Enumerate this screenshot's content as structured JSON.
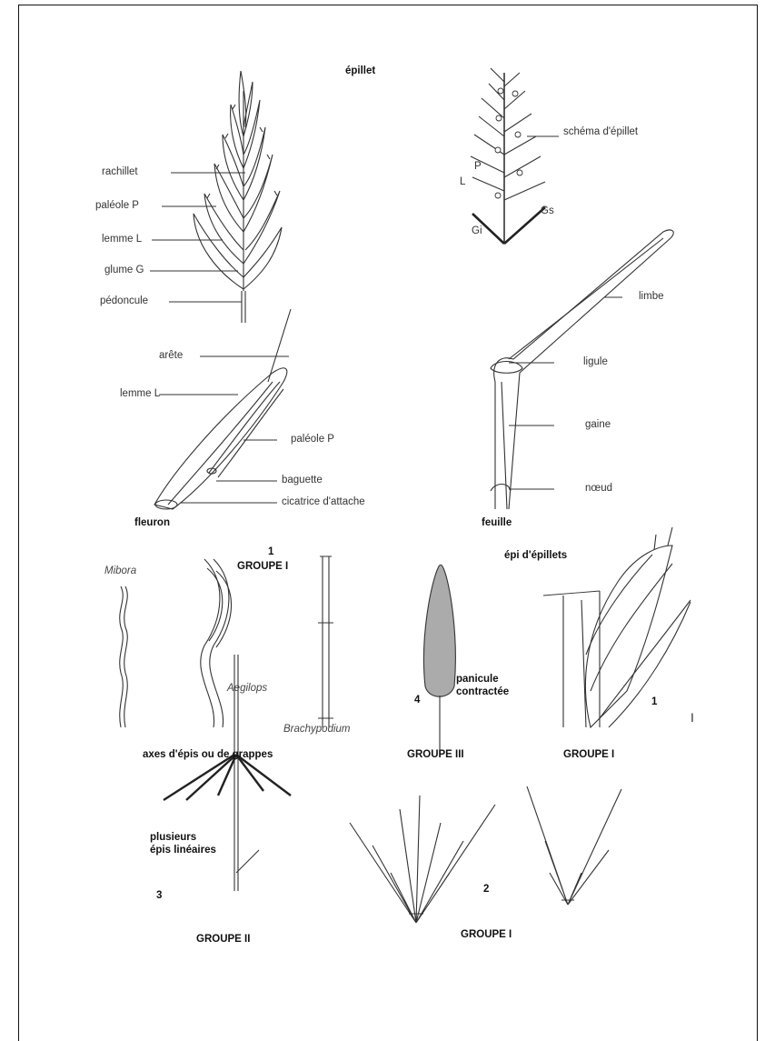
{
  "epillet": {
    "title": "épillet",
    "labels": [
      "rachillet",
      "paléole P",
      "lemme L",
      "glume G",
      "pédoncule"
    ]
  },
  "schema": {
    "title": "schéma d'épillet",
    "letters": {
      "p": "P",
      "l": "L",
      "gi": "Gi",
      "gs": "Gs"
    }
  },
  "fleuron": {
    "title": "fleuron",
    "labels": [
      "arête",
      "lemme L",
      "paléole P",
      "baguette",
      "cicatrice d'attache"
    ]
  },
  "feuille": {
    "title": "feuille",
    "labels": [
      "limbe",
      "ligule",
      "gaine",
      "nœud"
    ]
  },
  "axes": {
    "number": "1",
    "group": "GROUPE I",
    "species": [
      "Mibora",
      "Aegilops",
      "Brachypodium"
    ],
    "caption": "axes d'épis ou de grappes"
  },
  "panicule": {
    "number": "4",
    "label": "panicule\ncontractée",
    "group": "GROUPE III"
  },
  "epi": {
    "title": "épi d'épillets",
    "number": "1",
    "scale": "I",
    "group": "GROUPE I"
  },
  "groupe2": {
    "label": "plusieurs\népis linéaires",
    "number": "3",
    "group": "GROUPE II"
  },
  "groupe1b": {
    "number": "2",
    "group": "GROUPE I"
  }
}
